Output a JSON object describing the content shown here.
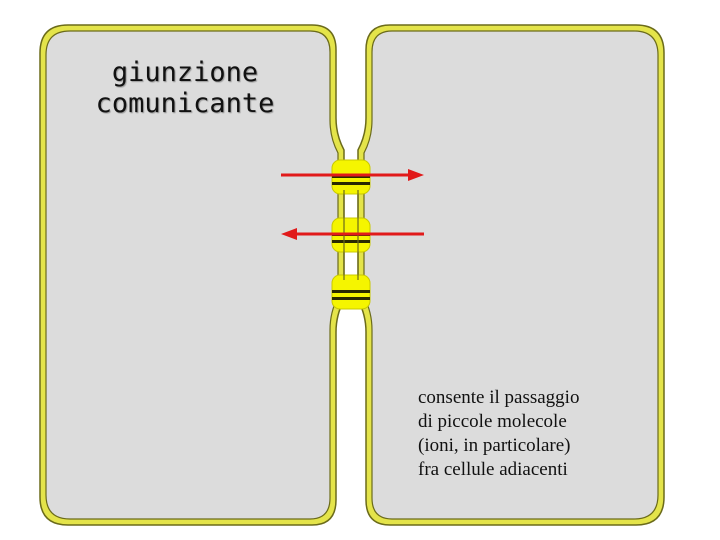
{
  "title": {
    "line1": "giunzione",
    "line2": "comunicante"
  },
  "description": {
    "lines": [
      "consente il passaggio",
      "di piccole molecole",
      "(ioni, in particolare)",
      "fra cellule adiacenti"
    ]
  },
  "colors": {
    "cell_fill": "#dcdcdc",
    "membrane_yellow": "#e4e44a",
    "membrane_dark": "#6b6b1a",
    "connexon_yellow": "#f5f500",
    "connexon_dark": "#2a2a00",
    "arrow_red": "#e11a1a"
  },
  "arrows": [
    {
      "direction": "left-to-right",
      "icon": "arrow-right-icon"
    },
    {
      "direction": "right-to-left",
      "icon": "arrow-left-icon"
    }
  ],
  "connexons": {
    "count": 3
  }
}
